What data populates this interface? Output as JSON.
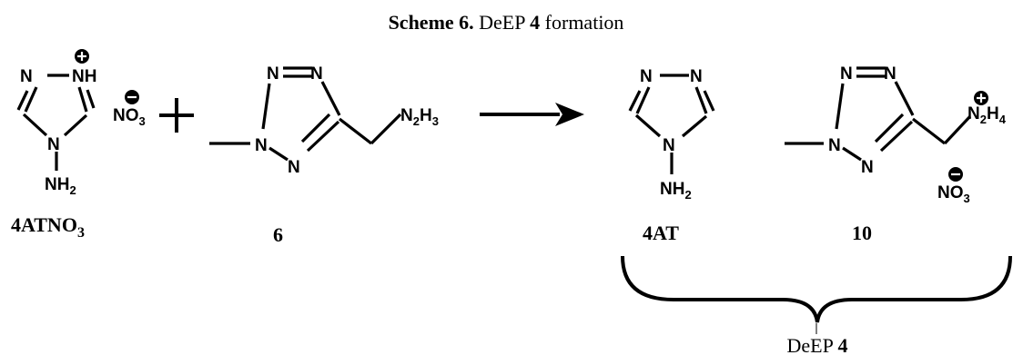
{
  "title": {
    "prefix": "Scheme 6.",
    "text": "DeEP",
    "bold_num": "4",
    "suffix": "formation"
  },
  "compounds": {
    "left_salt": {
      "label_main": "4ATNO",
      "label_sub": "3"
    },
    "reactant_6": {
      "label": "6"
    },
    "product_4at": {
      "label": "4AT"
    },
    "product_10": {
      "label": "10"
    }
  },
  "atoms": {
    "N": "N",
    "NH": "NH",
    "NO": "NO",
    "sub3": "3",
    "NH2_main": "NH",
    "sub2": "2",
    "N2H3_N": "N",
    "N2H3_sub2": "2",
    "N2H3_H": "H",
    "N2H3_sub3": "3",
    "N2H4_N": "N",
    "N2H4_sub2": "2",
    "N2H4_H": "H",
    "N2H4_sub4": "4"
  },
  "group": {
    "label": "DeEP",
    "bold_num": "4"
  },
  "colors": {
    "ink": "#000000",
    "background": "#ffffff"
  }
}
